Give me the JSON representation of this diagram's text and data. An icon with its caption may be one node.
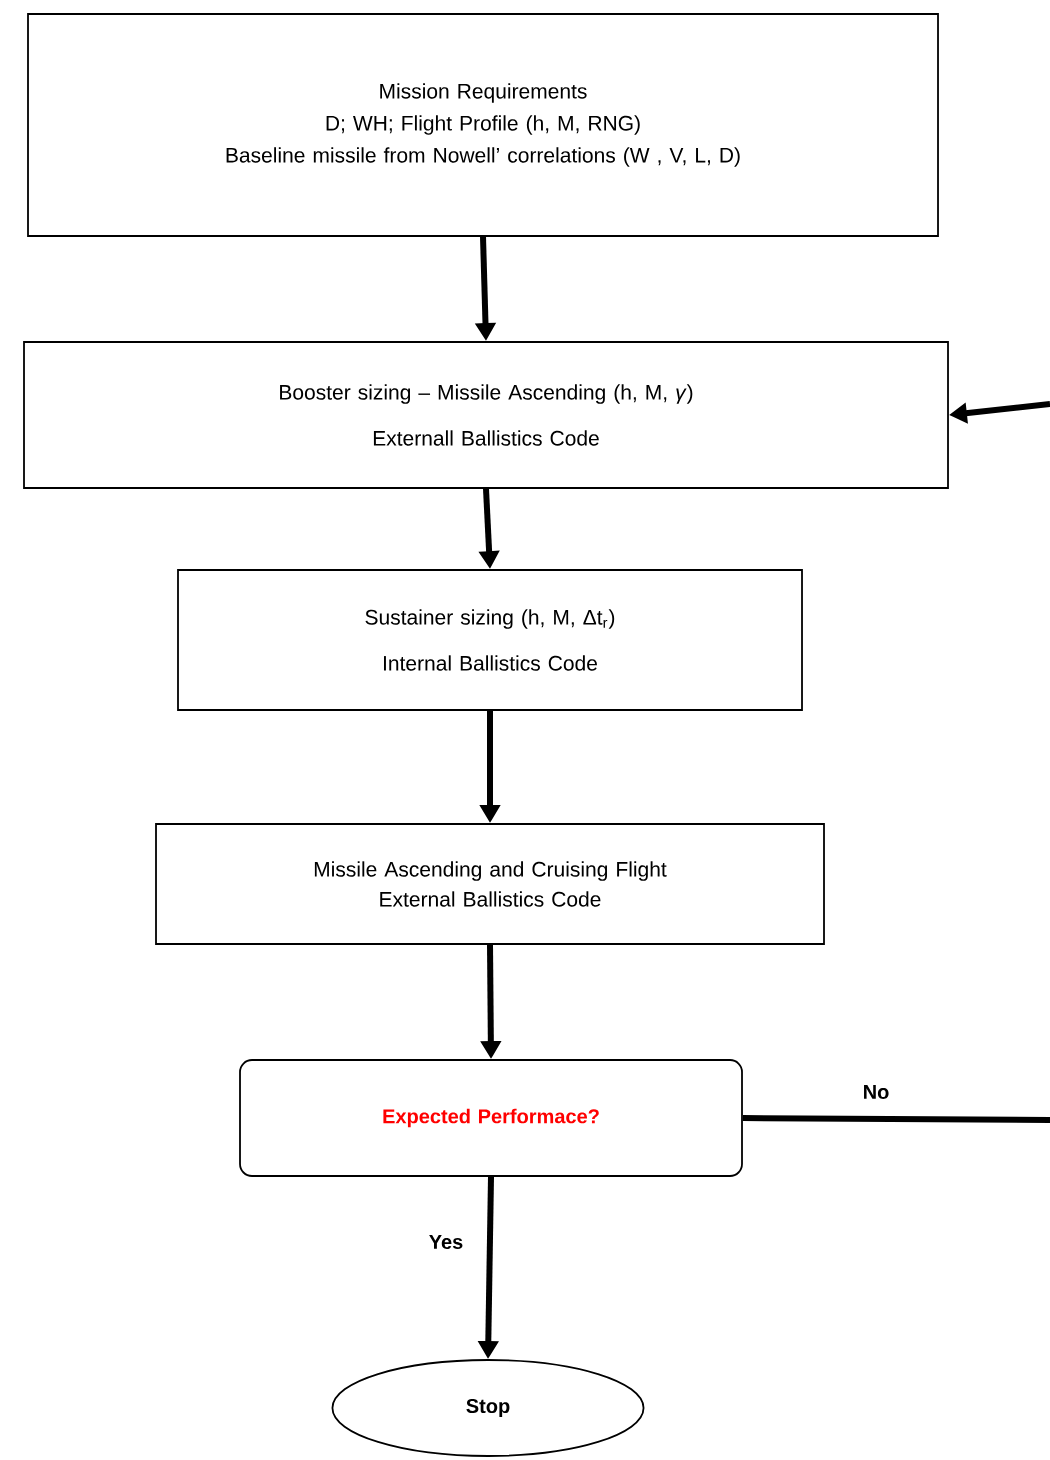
{
  "diagram": {
    "nodes": [
      {
        "text": [
          "Mission Requirements",
          "D; WH; Flight Profile (h, M, RNG)",
          "Baseline missile from Nowell’ correlations (W , V, L, D)"
        ]
      },
      {
        "text": [
          "Booster sizing – Missile  Ascending (h, M, *γ*)",
          "Externall Ballistics Code"
        ]
      },
      {
        "text": [
          "Sustainer sizing (h, M, Δt$_{r}$)",
          "Internal Ballistics Code"
        ]
      },
      {
        "text": [
          "Missile Ascending and Cruising Flight",
          "External Ballistics Code"
        ]
      },
      {
        "text": [
          "Expected Performace?"
        ]
      },
      {
        "text": [
          "Stop"
        ]
      }
    ],
    "edges": [
      {
        "from": 0,
        "to": 1,
        "arrow": "to"
      },
      {
        "from": 1,
        "to": 2,
        "arrow": "to"
      },
      {
        "from": 2,
        "to": 3,
        "arrow": "to"
      },
      {
        "from": 3,
        "to": 4,
        "arrow": "to"
      },
      {
        "from": 4,
        "to": 5,
        "arrow": "to",
        "label": "Yes"
      },
      {
        "from": 4,
        "to": null,
        "arrow": "none",
        "label": "No"
      },
      {
        "from": null,
        "to": 1,
        "arrow": "to"
      }
    ]
  }
}
